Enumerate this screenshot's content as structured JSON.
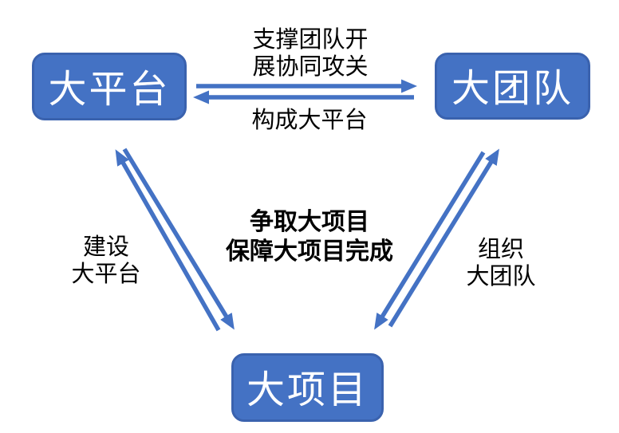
{
  "diagram": {
    "title_visible": false,
    "nodes": {
      "platform": {
        "label": "大平台"
      },
      "team": {
        "label": "大团队"
      },
      "project": {
        "label": "大项目"
      }
    },
    "edge_labels": {
      "platform_to_team": {
        "line1": "支撑团队开",
        "line2": "展协同攻关"
      },
      "team_to_platform": {
        "line1": "构成大平台"
      },
      "project_platform": {
        "line1": "建设",
        "line2": "大平台"
      },
      "project_team": {
        "line1": "组织",
        "line2": "大团队"
      },
      "center": {
        "line1": "争取大项目",
        "line2": "保障大项目完成"
      }
    },
    "colors": {
      "node_fill": "#4472C4",
      "node_border": "#3A62AE",
      "node_text": "#FFFFFF",
      "arrow": "#4472C4",
      "label_text": "#000000",
      "background": "#FFFFFF"
    }
  }
}
